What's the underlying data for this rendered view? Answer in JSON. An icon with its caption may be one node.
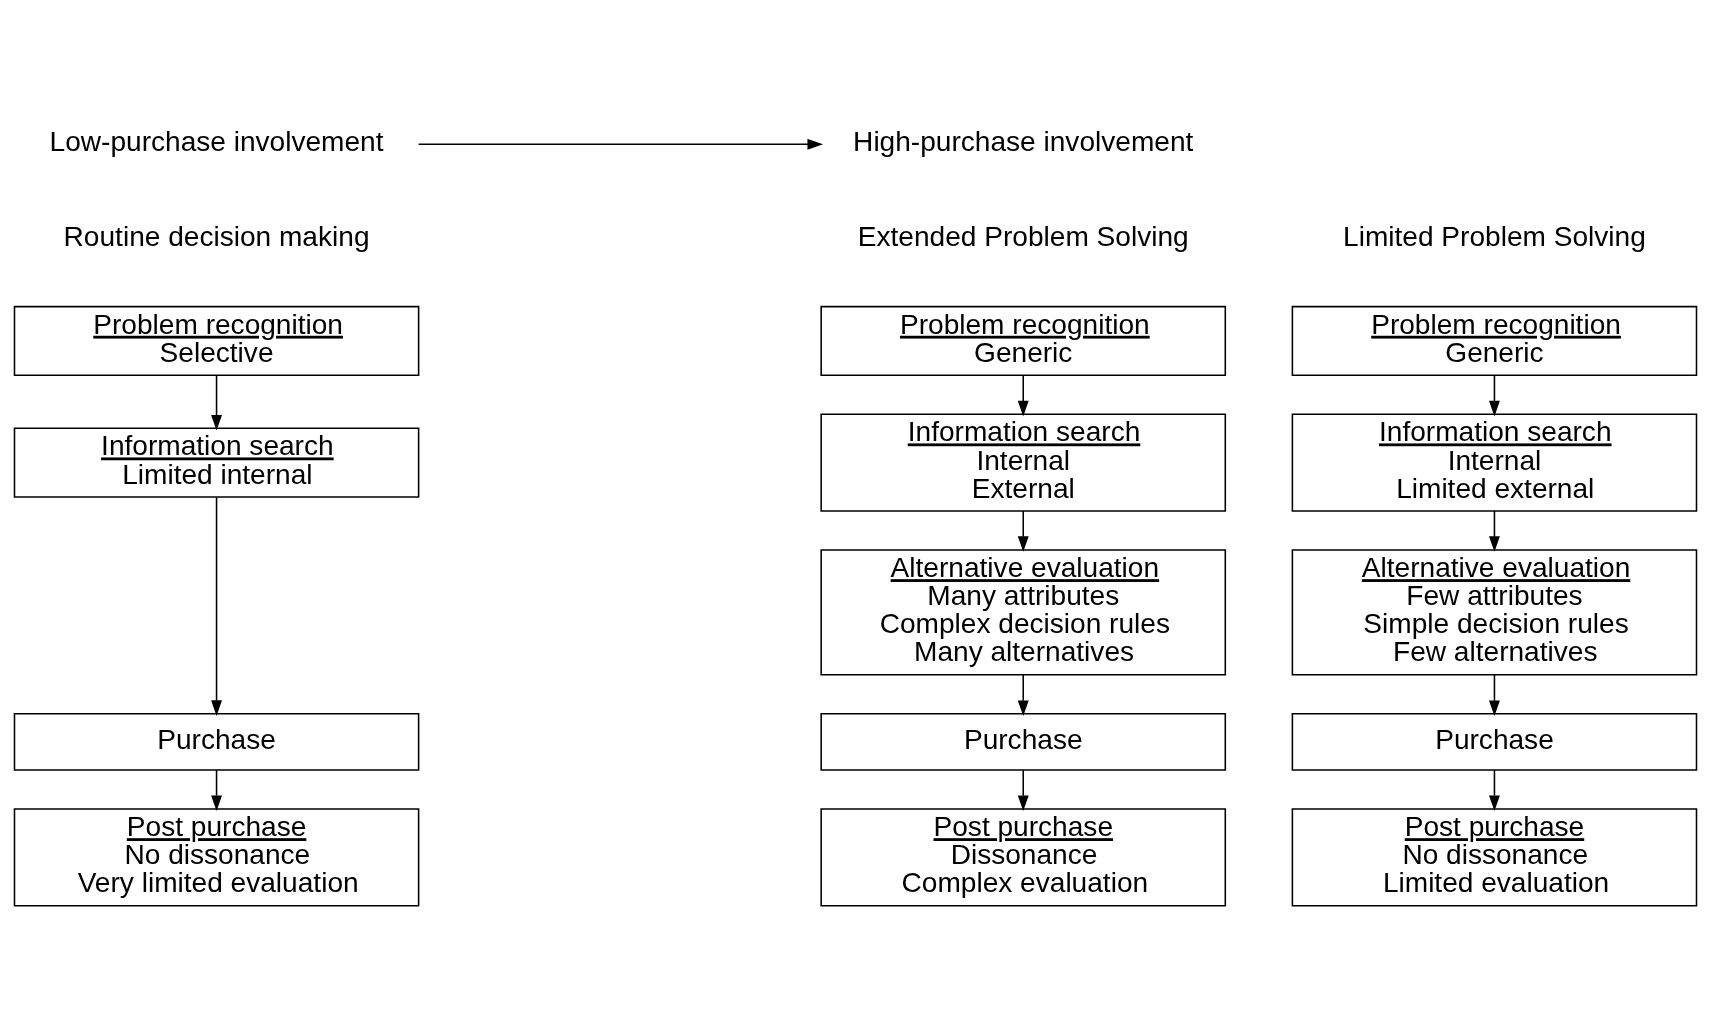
{
  "diagram": {
    "nodes": [
      {
        "text": [
          "Problem recognition",
          "Selective"
        ]
      },
      {
        "text": [
          "Information search",
          "Limited internal"
        ]
      },
      {
        "text": [
          "Purchase"
        ]
      },
      {
        "text": [
          "Post purchase",
          "No dissonance",
          "Very limited evaluation"
        ]
      },
      {
        "text": [
          "Problem recognition",
          "Generic"
        ]
      },
      {
        "text": [
          "Information search",
          "Internal",
          "Limited external"
        ]
      },
      {
        "text": [
          "Alternative evaluation",
          "Few attributes",
          "Simple decision rules",
          "Few alternatives"
        ]
      },
      {
        "text": [
          "Purchase"
        ]
      },
      {
        "text": [
          "Post purchase",
          "No dissonance",
          "Limited evaluation"
        ]
      },
      {
        "text": [
          "Problem recognition",
          "Generic"
        ]
      },
      {
        "text": [
          "Information search",
          "Internal",
          "External"
        ]
      },
      {
        "text": [
          "Alternative evaluation",
          "Many attributes",
          "Complex decision rules",
          "Many alternatives"
        ]
      },
      {
        "text": [
          "Purchase"
        ]
      },
      {
        "text": [
          "Post purchase",
          "Dissonance",
          "Complex evaluation"
        ]
      }
    ],
    "edges": [
      {
        "from": 0,
        "to": 1,
        "arrow": "to"
      },
      {
        "from": 1,
        "to": 2,
        "arrow": "to"
      },
      {
        "from": 2,
        "to": 3,
        "arrow": "to"
      },
      {
        "from": 4,
        "to": 5,
        "arrow": "to"
      },
      {
        "from": 5,
        "to": 6,
        "arrow": "to"
      },
      {
        "from": 6,
        "to": 7,
        "arrow": "to"
      },
      {
        "from": 7,
        "to": 8,
        "arrow": "to"
      },
      {
        "from": 9,
        "to": 10,
        "arrow": "to"
      },
      {
        "from": 10,
        "to": 11,
        "arrow": "to"
      },
      {
        "from": 11,
        "to": 12,
        "arrow": "to"
      },
      {
        "from": 12,
        "to": 13,
        "arrow": "to"
      }
    ],
    "labels": [
      "Low-purchase involvement",
      "High-purchase involvement",
      "Routine decision making",
      "Limited Problem Solving",
      "Extended Problem Solving"
    ]
  }
}
